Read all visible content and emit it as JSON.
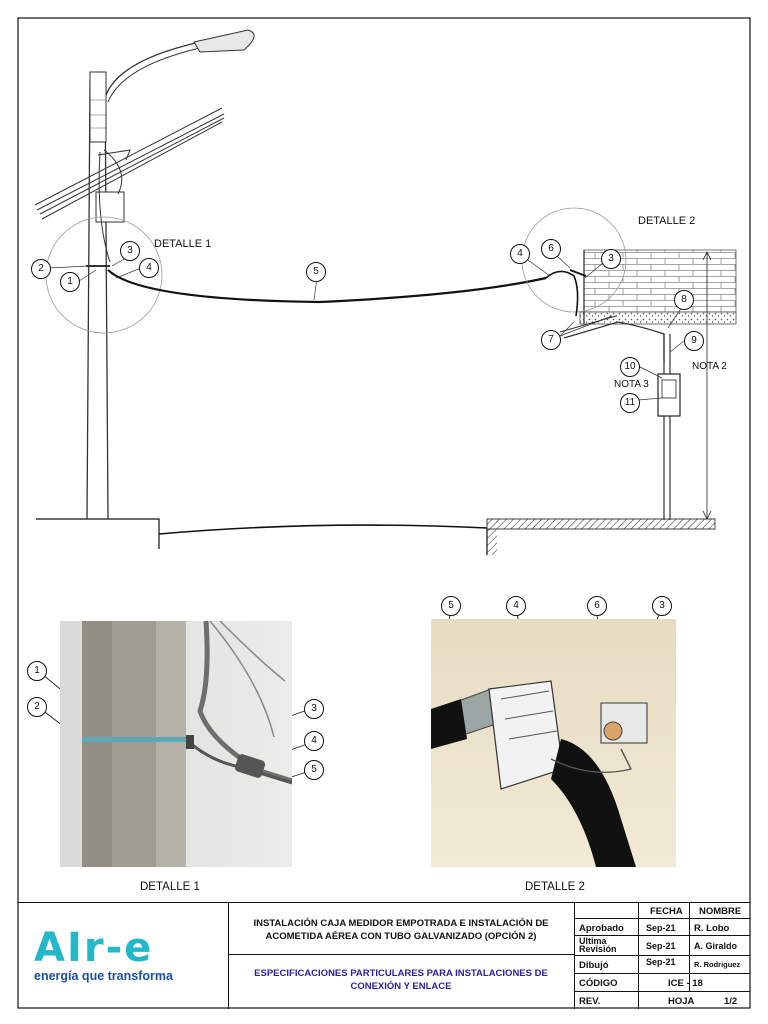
{
  "drawing": {
    "detail1_top": "DETALLE 1",
    "detail2_top": "DETALLE 2",
    "nota2": "NOTA 2",
    "nota3": "NOTA 3",
    "callouts_main": [
      "1",
      "2",
      "3",
      "4",
      "5",
      "6",
      "3",
      "4",
      "7",
      "8",
      "9",
      "10",
      "11"
    ],
    "detail1_caption": "DETALLE 1",
    "detail2_caption": "DETALLE 2",
    "detail1_callouts": [
      "1",
      "2",
      "3",
      "4",
      "5"
    ],
    "detail2_callouts": [
      "5",
      "4",
      "6",
      "3"
    ]
  },
  "title_block": {
    "logo_text": "AIr-e",
    "slogan": "energía que transforma",
    "title": "INSTALACIÓN CAJA MEDIDOR EMPOTRADA E INSTALACIÓN DE ACOMETIDA AÉREA CON TUBO GALVANIZADO (OPCIÓN 2)",
    "subtitle": "ESPECIFICACIONES PARTICULARES PARA INSTALACIONES DE CONEXIÓN Y ENLACE",
    "col_fecha": "FECHA",
    "col_nombre": "NOMBRE",
    "rows": [
      {
        "label": "Aprobado",
        "fecha": "Sep-21",
        "nombre": "R. Lobo"
      },
      {
        "label": "Ultima Revisión",
        "fecha": "Sep-21",
        "nombre": "A. Giraldo"
      },
      {
        "label": "Dibujó",
        "fecha": "Sep-21",
        "nombre": "R. Rodriguez"
      }
    ],
    "codigo_label": "CÓDIGO",
    "codigo_value": "ICE - 18",
    "rev_label": "REV.",
    "hoja_label": "HOJA",
    "hoja_value": "1/2"
  },
  "colors": {
    "brand_teal": "#22b8c9",
    "brand_blue": "#1d4fa0",
    "subtitle_blue": "#2a1f9c",
    "line": "#111111"
  }
}
